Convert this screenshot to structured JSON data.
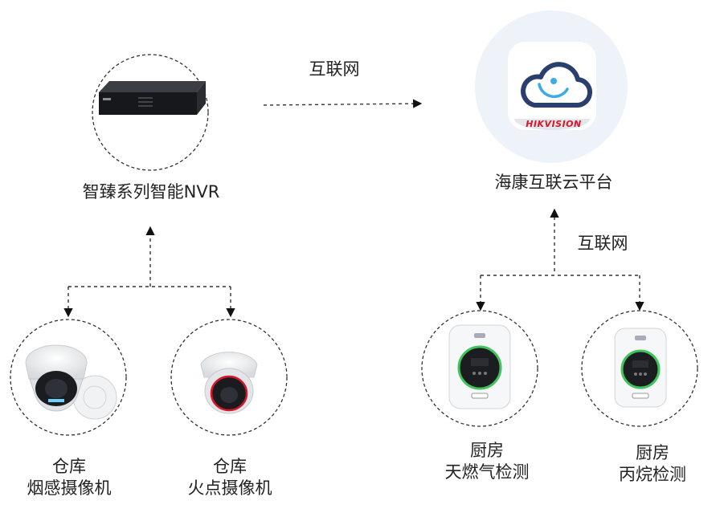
{
  "nvr": {
    "label": "智臻系列智能NVR"
  },
  "cloud": {
    "label": "海康互联云平台",
    "logo_text": "HIKVISION"
  },
  "links": {
    "top": "互联网",
    "right": "互联网"
  },
  "devices": [
    {
      "line1": "仓库",
      "line2": "烟感摄像机"
    },
    {
      "line1": "仓库",
      "line2": "火点摄像机"
    },
    {
      "line1": "厨房",
      "line2": "天燃气检测"
    },
    {
      "line1": "厨房",
      "line2": "丙烷检测"
    }
  ],
  "colors": {
    "brand_red": "#d7182a",
    "cloud_blue": "#2b3f6f",
    "cloud_bg": "#eef3fa",
    "detector_green": "#3fc35a"
  }
}
